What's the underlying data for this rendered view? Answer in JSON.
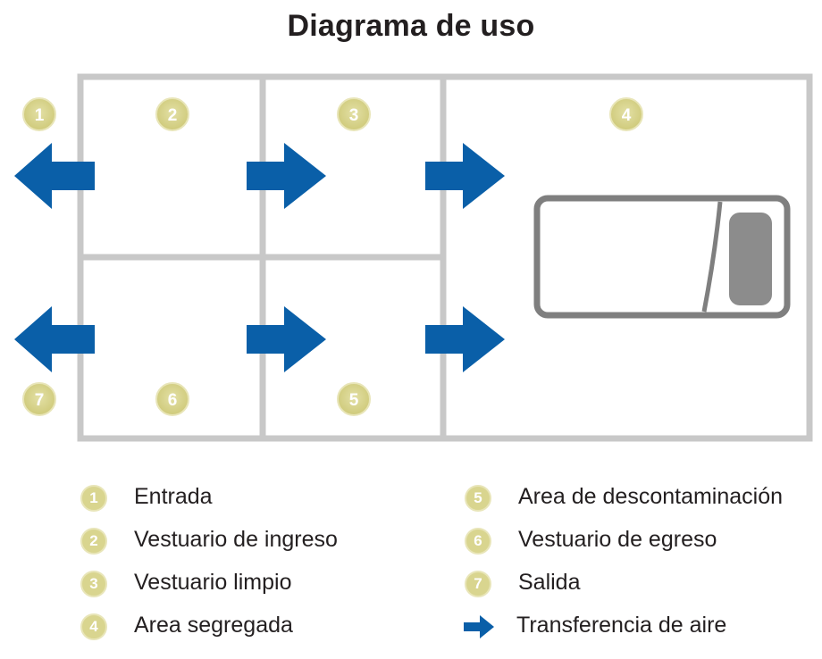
{
  "title": "Diagrama de uso",
  "zones": [
    {
      "number": "1"
    },
    {
      "number": "2"
    },
    {
      "number": "3"
    },
    {
      "number": "4"
    },
    {
      "number": "5"
    },
    {
      "number": "6"
    },
    {
      "number": "7"
    }
  ],
  "legend": [
    {
      "number": "1",
      "label": "Entrada"
    },
    {
      "number": "2",
      "label": "Vestuario de ingreso"
    },
    {
      "number": "3",
      "label": "Vestuario limpio"
    },
    {
      "number": "4",
      "label": "Area segregada"
    },
    {
      "number": "5",
      "label": "Area de descontaminación"
    },
    {
      "number": "6",
      "label": "Vestuario de egreso"
    },
    {
      "number": "7",
      "label": "Salida"
    },
    {
      "icon": "airflow-arrow-icon",
      "label": "Transferencia de aire"
    }
  ],
  "colors": {
    "wall": "#c8c8c8",
    "arrow": "#0a5fa8",
    "badge_fill": "#d9d58f",
    "badge_ring": "#e8e5b8",
    "vehicle_outline": "#7f7f7f",
    "vehicle_window": "#8c8c8c",
    "text": "#231f20"
  }
}
